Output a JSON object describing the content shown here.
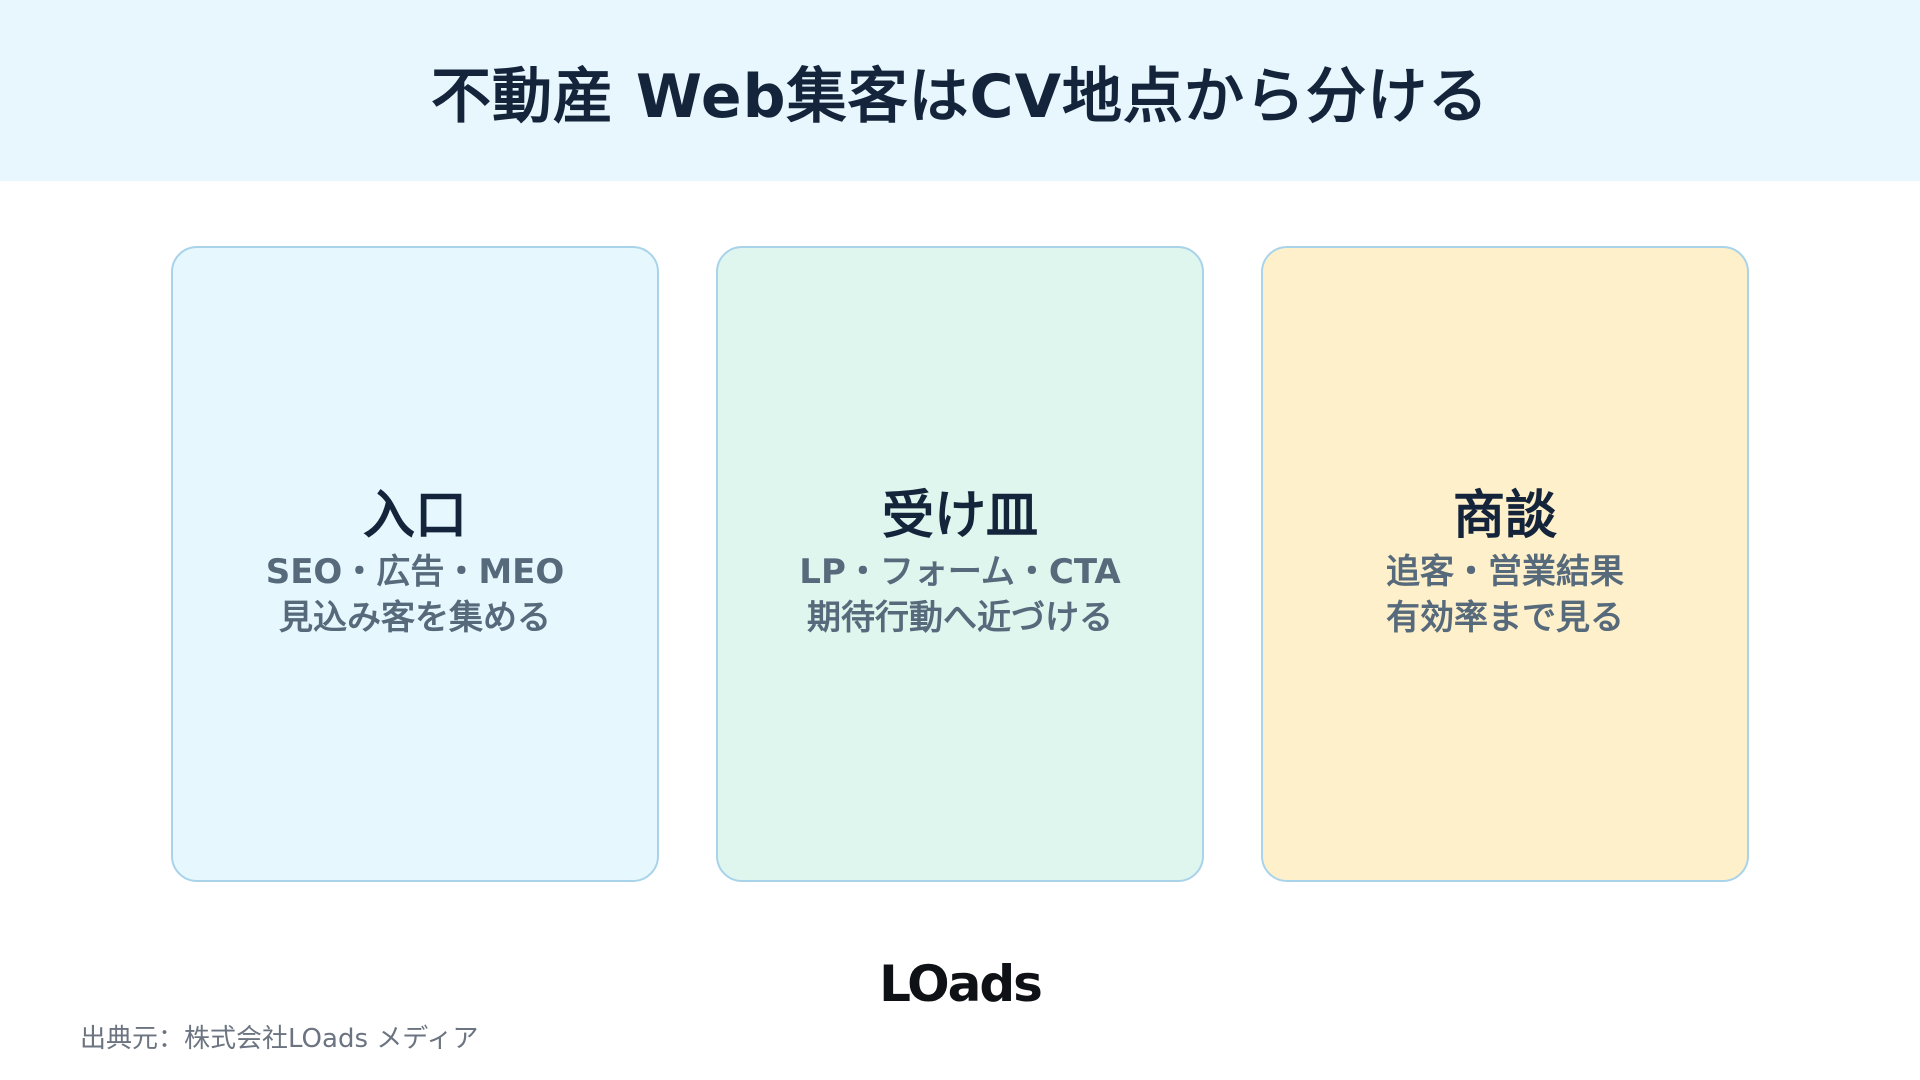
{
  "header": {
    "title": "不動産 Web集客はCV地点から分ける"
  },
  "cards": [
    {
      "title": "入口",
      "lines": [
        "SEO・広告・MEO",
        "見込み客を集める"
      ]
    },
    {
      "title": "受け皿",
      "lines": [
        "LP・フォーム・CTA",
        "期待行動へ近づける"
      ]
    },
    {
      "title": "商談",
      "lines": [
        "追客・営業結果",
        "有効率まで見る"
      ]
    }
  ],
  "footer": {
    "logo_text": "LOads",
    "source": "出典元：株式会社LOads メディア"
  },
  "colors": {
    "header_bg": "#e8f6fe",
    "card_1_bg": "#e6f8fe",
    "card_2_bg": "#dff6ee",
    "card_3_bg": "#fef0ca",
    "card_border": "#a8d3ea",
    "title_text": "#14243a",
    "body_text": "#566a7c"
  }
}
